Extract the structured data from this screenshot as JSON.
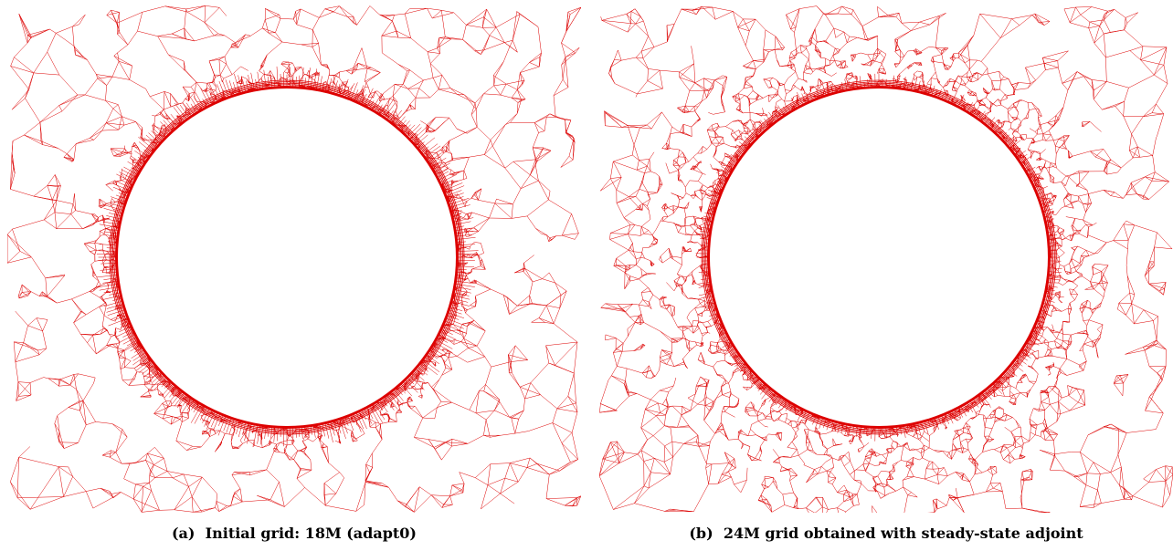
{
  "figure": {
    "mesh_color": "#dd0000",
    "background": "#ffffff",
    "panels": [
      {
        "id": "a",
        "label": "(a)",
        "caption": "Initial grid: 18M (adapt0)",
        "refinement": "uniform-boundary-layer"
      },
      {
        "id": "b",
        "label": "(b)",
        "caption": "24M grid obtained with steady-state adjoint",
        "refinement": "adjoint-wake-refined"
      }
    ]
  }
}
